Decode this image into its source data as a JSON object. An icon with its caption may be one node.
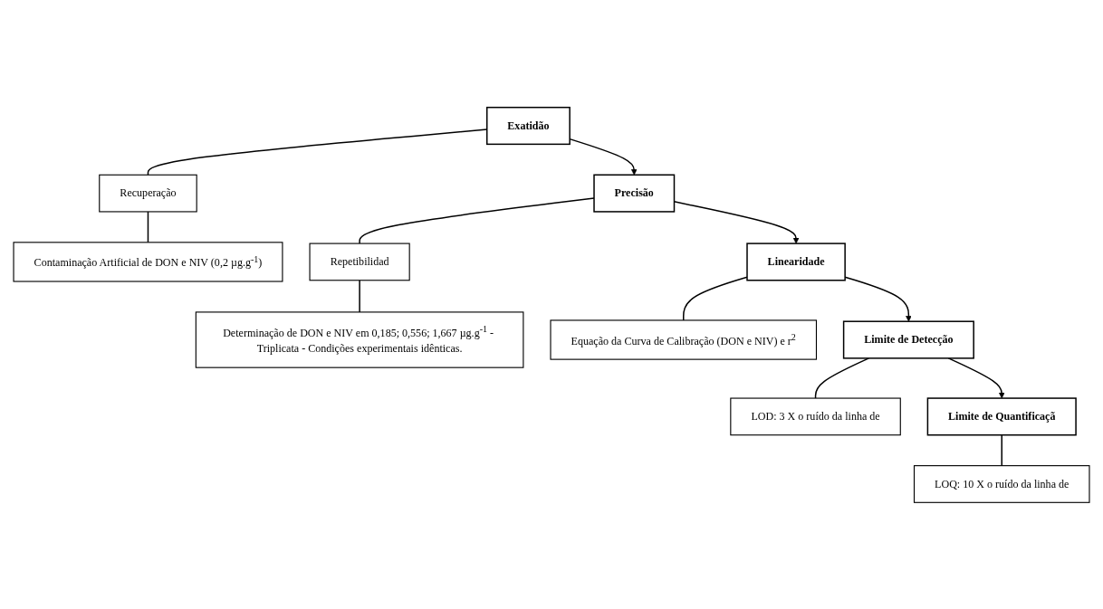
{
  "diagram": {
    "nodes": [
      {
        "text": [
          "Exatidão"
        ]
      },
      {
        "text": [
          "Recuperação"
        ]
      },
      {
        "text": [
          "Contaminação Artificial de DON e NIV (0,2 µg.g$^{-1}$)"
        ]
      },
      {
        "text": [
          "Precisão"
        ]
      },
      {
        "text": [
          "Repetibilidad"
        ]
      },
      {
        "text": [
          "Determinação de DON e NIV em 0,185; 0,556; 1,667 µg.g$^{-1}$ - Triplicata - Condições experimentais idênticas."
        ]
      },
      {
        "text": [
          "Linearidade"
        ]
      },
      {
        "text": [
          "Equação da Curva de Calibração (DON e NIV) e r$^{2}$"
        ]
      },
      {
        "text": [
          "Limite de Detecção"
        ]
      },
      {
        "text": [
          "LOD: 3 X o ruído da linha de"
        ]
      },
      {
        "text": [
          "Limite de Quantificaçã"
        ]
      },
      {
        "text": [
          "LOQ: 10 X o ruído da linha de"
        ]
      }
    ],
    "edges": [
      {
        "from": 0,
        "to": 1,
        "arrow": "none"
      },
      {
        "from": 1,
        "to": 2,
        "arrow": "none"
      },
      {
        "from": 0,
        "to": 3,
        "arrow": "to"
      },
      {
        "from": 3,
        "to": 4,
        "arrow": "none"
      },
      {
        "from": 4,
        "to": 5,
        "arrow": "none"
      },
      {
        "from": 3,
        "to": 6,
        "arrow": "to"
      },
      {
        "from": 6,
        "to": 7,
        "arrow": "none"
      },
      {
        "from": 6,
        "to": 8,
        "arrow": "to"
      },
      {
        "from": 8,
        "to": 9,
        "arrow": "none"
      },
      {
        "from": 8,
        "to": 10,
        "arrow": "to"
      },
      {
        "from": 10,
        "to": 11,
        "arrow": "none"
      }
    ]
  }
}
